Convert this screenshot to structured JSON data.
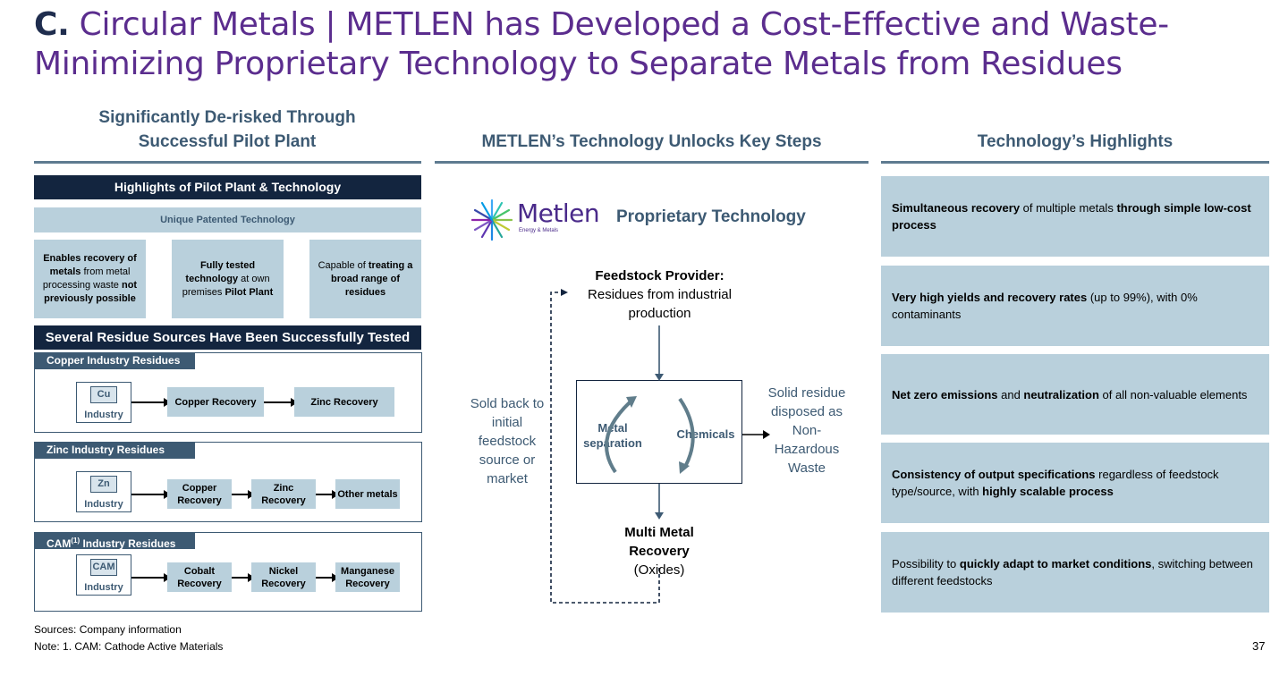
{
  "title": {
    "letter": "C.",
    "text": " Circular Metals | METLEN has Developed a Cost-Effective and Waste-Minimizing Proprietary Technology to Separate Metals from Residues"
  },
  "columns": {
    "left_line1": "Significantly De-risked Through",
    "left_line2": "Successful Pilot Plant",
    "middle": "METLEN’s Technology Unlocks Key Steps",
    "right": "Technology’s Highlights"
  },
  "pilot": {
    "header": "Highlights of Pilot Plant & Technology",
    "patent": "Unique Patented Technology",
    "boxes": [
      {
        "parts": [
          {
            "t": "Enables recovery of metals",
            "b": true
          },
          {
            "t": " from metal processing waste ",
            "b": false
          },
          {
            "t": "not previously possible",
            "b": true
          }
        ]
      },
      {
        "parts": [
          {
            "t": "Fully tested technology",
            "b": true
          },
          {
            "t": " at own premises ",
            "b": false
          },
          {
            "t": "Pilot Plant",
            "b": true
          }
        ]
      },
      {
        "parts": [
          {
            "t": "Capable of ",
            "b": false
          },
          {
            "t": "treating a broad range of residues",
            "b": true
          }
        ]
      }
    ]
  },
  "residues": {
    "header": "Several Residue Sources Have Been Successfully Tested",
    "sections": [
      {
        "label": "Copper Industry Residues",
        "symbol": "Cu",
        "industry": "Industry",
        "steps": [
          "Copper Recovery",
          "Zinc Recovery"
        ]
      },
      {
        "label": "Zinc Industry Residues",
        "symbol": "Zn",
        "industry": "Industry",
        "steps": [
          "Copper Recovery",
          "Zinc Recovery",
          "Other metals"
        ]
      },
      {
        "label": "CAM",
        "label_sup": "(1)",
        "label_rest": " Industry Residues",
        "symbol": "CAM",
        "industry": "Industry",
        "steps": [
          "Cobalt Recovery",
          "Nickel Recovery",
          "Manganese Recovery"
        ]
      }
    ]
  },
  "logo": {
    "name": "Metlen",
    "sub": "Energy & Metals",
    "tagline": "Proprietary Technology"
  },
  "flow": {
    "feed_title": "Feedstock Provider:",
    "feed_body": "Residues from industrial production",
    "sold_back": "Sold back to initial feedstock source or market",
    "metal_sep": "Metal separation",
    "chemicals": "Chemicals",
    "solid": "Solid residue disposed as Non-Hazardous Waste",
    "output_title": "Multi Metal Recovery",
    "output_sub": "(Oxides)"
  },
  "highlights": [
    {
      "parts": [
        {
          "t": "Simultaneous recovery",
          "b": true
        },
        {
          "t": " of multiple metals ",
          "b": false
        },
        {
          "t": "through simple low-cost process",
          "b": true
        }
      ]
    },
    {
      "parts": [
        {
          "t": "Very high yields and recovery rates",
          "b": true
        },
        {
          "t": " (up to 99%), with 0% contaminants",
          "b": false
        }
      ]
    },
    {
      "parts": [
        {
          "t": "Net zero emissions",
          "b": true
        },
        {
          "t": " and ",
          "b": false
        },
        {
          "t": "neutralization",
          "b": true
        },
        {
          "t": " of all non-valuable elements",
          "b": false
        }
      ]
    },
    {
      "parts": [
        {
          "t": "Consistency of output specifications",
          "b": true
        },
        {
          "t": " regardless of feedstock type/source, with ",
          "b": false
        },
        {
          "t": "highly scalable process",
          "b": true
        }
      ]
    },
    {
      "parts": [
        {
          "t": "Possibility to ",
          "b": false
        },
        {
          "t": "quickly adapt to market conditions",
          "b": true
        },
        {
          "t": ", switching between different feedstocks",
          "b": false
        }
      ]
    }
  ],
  "footer": {
    "sources": "Sources: Company information",
    "note": "Note: 1. CAM: Cathode Active Materials",
    "page": "37"
  },
  "colors": {
    "purple": "#5b2d8e",
    "navy": "#13253f",
    "slate": "#3d5a73",
    "light_blue": "#b9d0dc"
  }
}
